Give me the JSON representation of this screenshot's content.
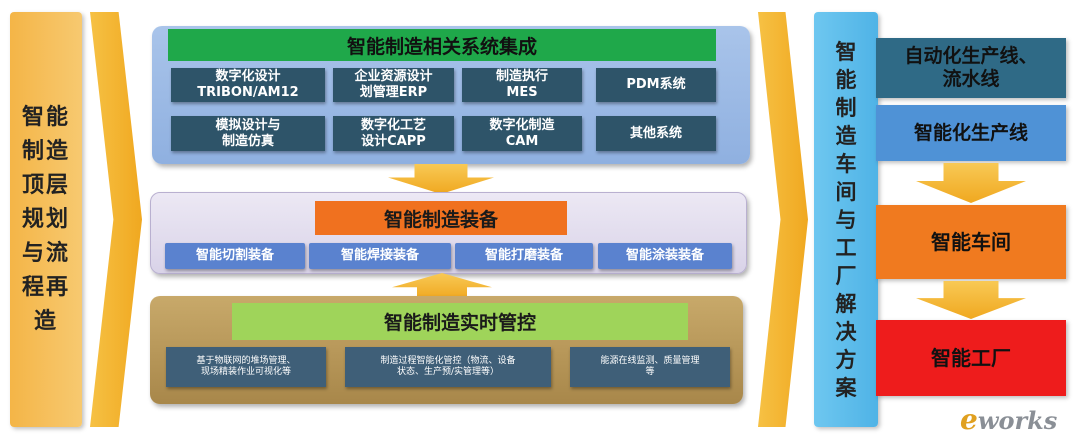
{
  "left_banner": {
    "text": "智能制造顶层规划与流程再造"
  },
  "panel_integration": {
    "title": "智能制造相关系统集成",
    "items": [
      "数字化设计\nTRIBON/AM12",
      "企业资源设计\n划管理ERP",
      "制造执行\nMES",
      "PDM系统",
      "模拟设计与\n制造仿真",
      "数字化工艺\n设计CAPP",
      "数字化制造\nCAM",
      "其他系统"
    ]
  },
  "panel_equipment": {
    "title": "智能制造装备",
    "items": [
      "智能切割装备",
      "智能焊接装备",
      "智能打磨装备",
      "智能涂装装备"
    ]
  },
  "panel_control": {
    "title": "智能制造实时管控",
    "items": [
      "基于物联网的堆场管理、\n现场精装作业可视化等",
      "制造过程智能化管控（物流、设备\n状态、生产预/实管理等）",
      "能源在线监测、质量管理\n等"
    ]
  },
  "right_banner": {
    "text": "智能制造车间与工厂解决方案"
  },
  "right_boxes": [
    "自动化生产线、\n流水线",
    "智能化生产线",
    "智能车间",
    "智能工厂"
  ],
  "logo": {
    "prefix": "e",
    "rest": "works"
  },
  "colors": {
    "left_banner": "#f4b547",
    "arrows": "#f0a820",
    "integration_title": "#1fa84a",
    "equipment_title": "#f0711f",
    "control_title": "#9fd45a",
    "right_banner": "#4fb3e6",
    "workshop": "#f07a1f",
    "factory": "#ee1c1c"
  }
}
